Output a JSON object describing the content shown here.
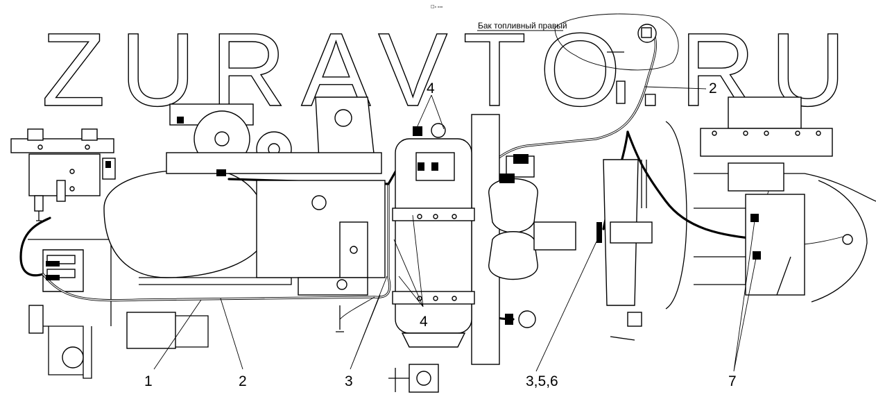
{
  "watermark": "ZURAVTO.RU",
  "small_mark": "□ₒ ₒₒₒ",
  "tank_label": "Бак топливный правый",
  "callouts": {
    "c1": "1",
    "c2_bottom": "2",
    "c2_top": "2",
    "c3": "3",
    "c4_top": "4",
    "c4_bottom": "4",
    "c356": "3,5,6",
    "c7": "7"
  }
}
